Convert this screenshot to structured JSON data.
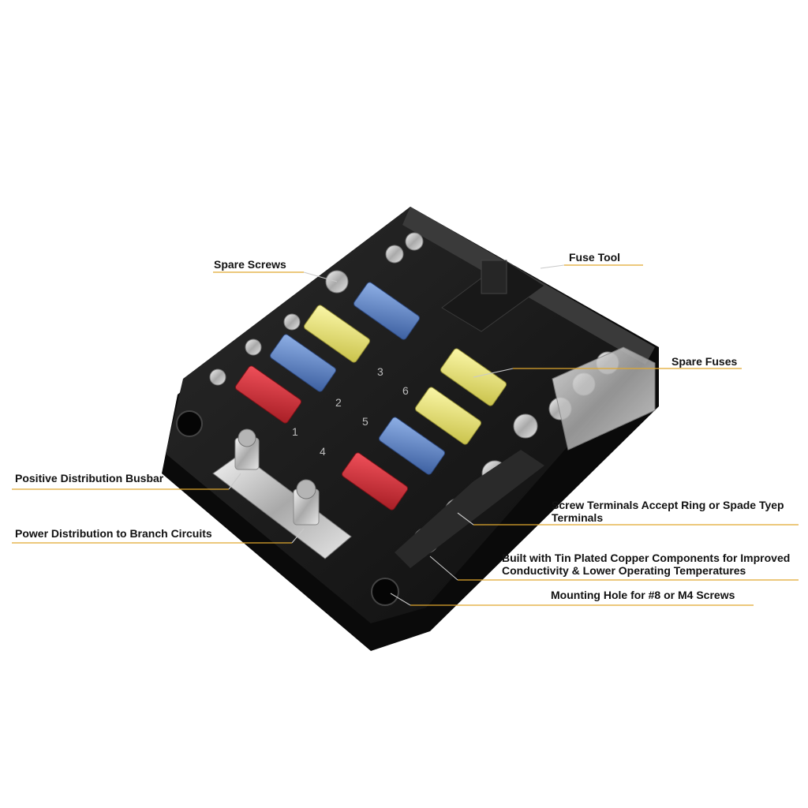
{
  "labels": {
    "spare_screws": "Spare Screws",
    "fuse_tool": "Fuse Tool",
    "spare_fuses": "Spare Fuses",
    "positive_busbar": "Positive Distribution Busbar",
    "power_distribution": "Power Distribution to Branch Circuits",
    "screw_terminals_line1": "Screw Terminals Accept Ring or Spade Tyep",
    "screw_terminals_line2": "Terminals",
    "built_with_line1": "Built with Tin Plated Copper Components for Improved",
    "built_with_line2": "Conductivity & Lower Operating Temperatures",
    "mounting_hole": "Mounting Hole for #8 or M4 Screws"
  },
  "slot_numbers": [
    "1",
    "2",
    "3",
    "4",
    "5",
    "6"
  ],
  "colors": {
    "leader_line": "#e0a82e",
    "housing": "#1b1b1b",
    "fuse_red": "#d42a33",
    "fuse_blue": "#5c86c8",
    "fuse_yellow": "#e8e36b",
    "metal": "#c8c8c8"
  }
}
